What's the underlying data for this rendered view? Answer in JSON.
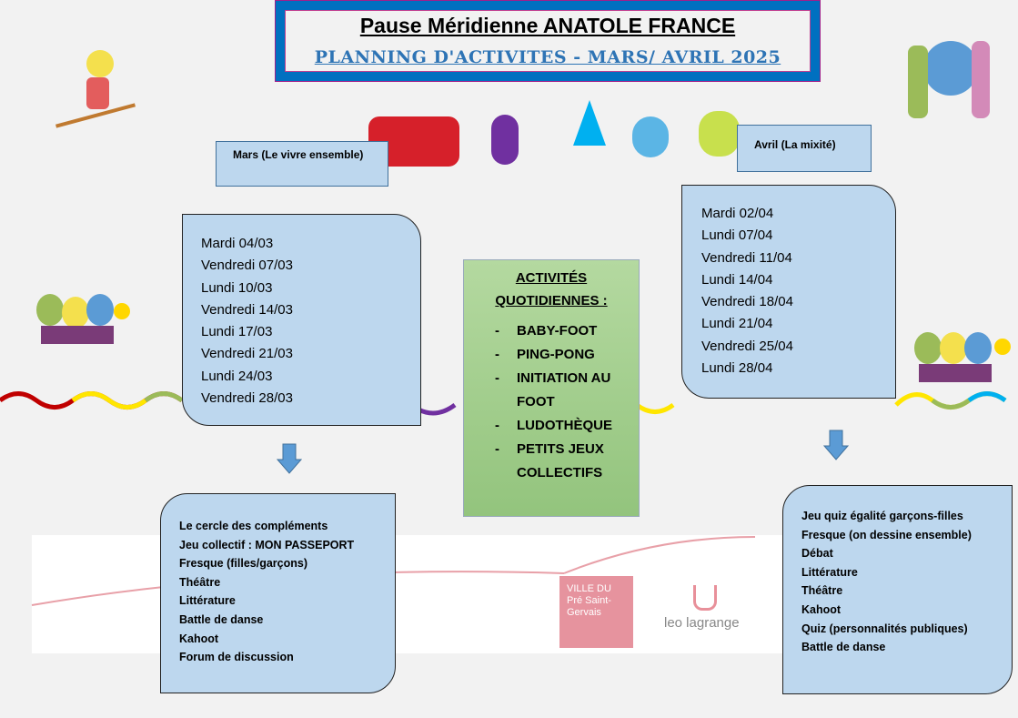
{
  "header": {
    "title": "Pause Méridienne ANATOLE FRANCE",
    "subtitle": "PLANNING D'ACTIVITES -  MARS/ AVRIL 2025"
  },
  "march": {
    "label": "Mars (Le vivre ensemble)",
    "dates": [
      "Mardi 04/03",
      "Vendredi 07/03",
      "Lundi 10/03",
      "Vendredi 14/03",
      "Lundi 17/03",
      "Vendredi 21/03",
      "Lundi 24/03",
      "Vendredi 28/03"
    ],
    "activities": [
      "Le cercle des compléments",
      "Jeu collectif : MON PASSEPORT",
      "Fresque (filles/garçons)",
      "Théâtre",
      "Littérature",
      "Battle de danse",
      "Kahoot",
      "Forum de discussion"
    ]
  },
  "april": {
    "label": "Avril (La mixité)",
    "dates": [
      "Mardi 02/04",
      "Lundi 07/04",
      "Vendredi 11/04",
      "Lundi 14/04",
      "Vendredi 18/04",
      "Lundi 21/04",
      "Vendredi 25/04",
      "Lundi 28/04"
    ],
    "activities": [
      "Jeu quiz égalité garçons-filles",
      "Fresque (on dessine ensemble)",
      "Débat",
      "Littérature",
      "Théâtre",
      "Kahoot",
      "Quiz (personnalités publiques)",
      "Battle de danse"
    ]
  },
  "daily": {
    "title_line1": "ACTIVITÉS",
    "title_line2": "QUOTIDIENNES :",
    "dash": "-",
    "items": [
      "BABY-FOOT",
      "PING-PONG",
      "INITIATION AU FOOT",
      "LUDOTHÈQUE",
      "PETITS JEUX COLLECTIFS"
    ]
  },
  "logos": {
    "city": "VILLE DU Pré Saint-Gervais",
    "leo": "leo lagrange"
  },
  "colors": {
    "box": "#bdd7ee",
    "title_blue": "#0070c0"
  }
}
